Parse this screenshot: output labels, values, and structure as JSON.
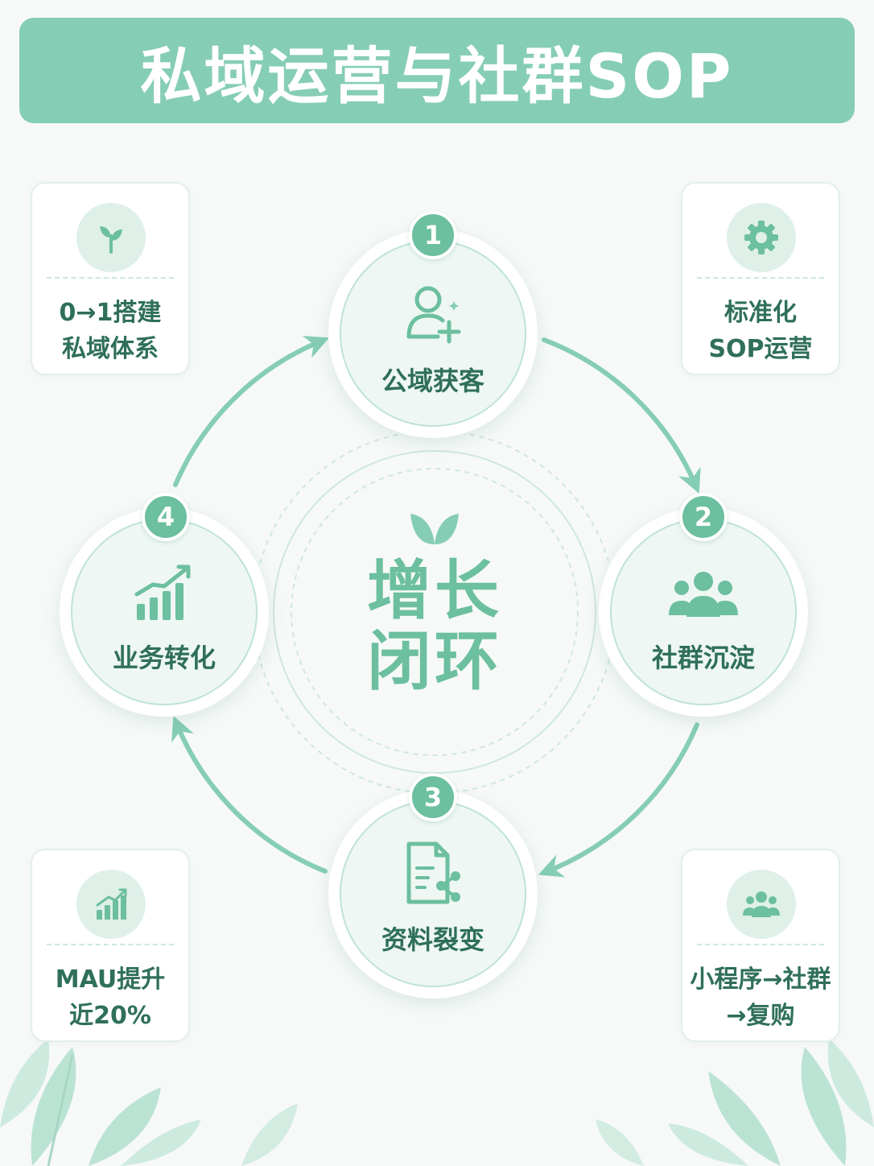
{
  "title": "私域运营与社群SOP",
  "center": {
    "line1": "增长",
    "line2": "闭环"
  },
  "nodes": [
    {
      "number": "1",
      "label": "公域获客",
      "icon": "user-plus-icon"
    },
    {
      "number": "2",
      "label": "社群沉淀",
      "icon": "group-icon"
    },
    {
      "number": "3",
      "label": "资料裂变",
      "icon": "document-share-icon"
    },
    {
      "number": "4",
      "label": "业务转化",
      "icon": "growth-chart-icon"
    }
  ],
  "cards": [
    {
      "line1": "0→1搭建",
      "line2": "私域体系",
      "icon": "sprout-icon"
    },
    {
      "line1": "标准化",
      "line2": "SOP运营",
      "icon": "gear-icon"
    },
    {
      "line1": "MAU提升",
      "line2": "近20%",
      "icon": "bar-chart-icon"
    },
    {
      "line1": "小程序→社群",
      "line2": "→复购",
      "icon": "group-icon"
    }
  ],
  "colors": {
    "accent": "#86cdb6",
    "accent_dark": "#6cbf9f",
    "text": "#2f6f5b",
    "background": "#f6f9f8"
  }
}
